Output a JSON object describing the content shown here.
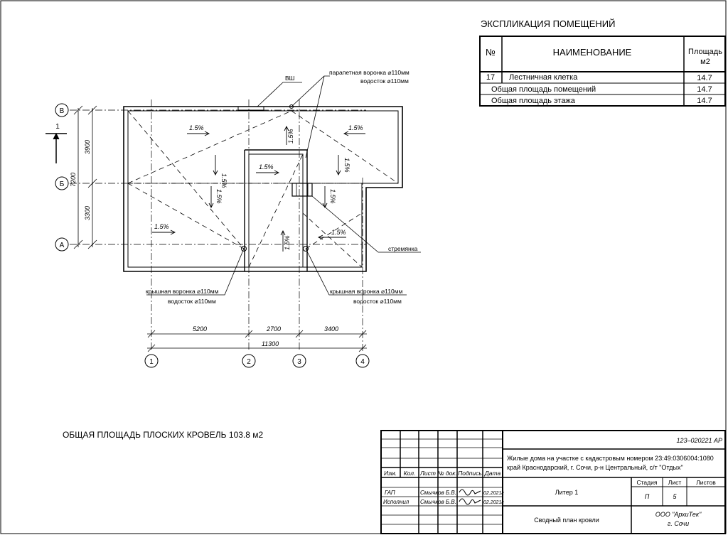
{
  "explication": {
    "title": "ЭКСПЛИКАЦИЯ  ПОМЕЩЕНИЙ",
    "col_no": "№",
    "col_name": "НАИМЕНОВАНИЕ",
    "col_area_1": "Площадь",
    "col_area_2": "м2",
    "rows": [
      {
        "no": "17",
        "name": "Лестничная клетка",
        "area": "14.7"
      },
      {
        "no": "",
        "name": "Общая площадь  помещений",
        "area": "14.7"
      },
      {
        "no": "",
        "name": "Общая площадь  этажа",
        "area": "14.7"
      }
    ]
  },
  "plan": {
    "axes_letters": [
      "В",
      "Б",
      "А"
    ],
    "axes_numbers": [
      "1",
      "2",
      "3",
      "4"
    ],
    "section_mark": "1",
    "dims_vertical": [
      "3900",
      "3300",
      "7200"
    ],
    "dims_horizontal": [
      "5200",
      "2700",
      "3400"
    ],
    "dim_total": "11300",
    "slope": "1.5%",
    "vsh": "ВШ",
    "parapet_funnel": "парапетная воронка ⌀110мм",
    "drainpipe": "водосток ⌀110мм",
    "roof_funnel": "крышная воронка ⌀110мм",
    "ladder": "стремянка"
  },
  "total_area_note": "ОБЩАЯ  ПЛОЩАДЬ  ПЛОСКИХ  КРОВЕЛЬ  103.8  м2",
  "stamp": {
    "doc_code": "123–020221 АР",
    "project_line1": "Жилые дома на участке с кадастровым номером  23:49:0306004:1080",
    "project_line2": "край Краснодарский, г. Сочи, р-н Центральный, с/т \"Отдых\"",
    "headers": [
      "Изм.",
      "Кол.",
      "Лист",
      "№ док.",
      "Подпись",
      "Дата"
    ],
    "role1": "ГАП",
    "name1": "Смычков Б.В.",
    "date1": "02.2021г",
    "role2": "Исполнил",
    "name2": "Смычков Б.В.",
    "date2": "02.2021г",
    "object": "Литер 1",
    "stage_label": "Стадия",
    "sheet_label": "Лист",
    "sheets_label": "Листов",
    "stage": "П",
    "sheet": "5",
    "sheets": "",
    "drawing_title": "Сводный план кровли",
    "company": "ООО \"АрхиТек\"",
    "city": "г. Сочи"
  }
}
